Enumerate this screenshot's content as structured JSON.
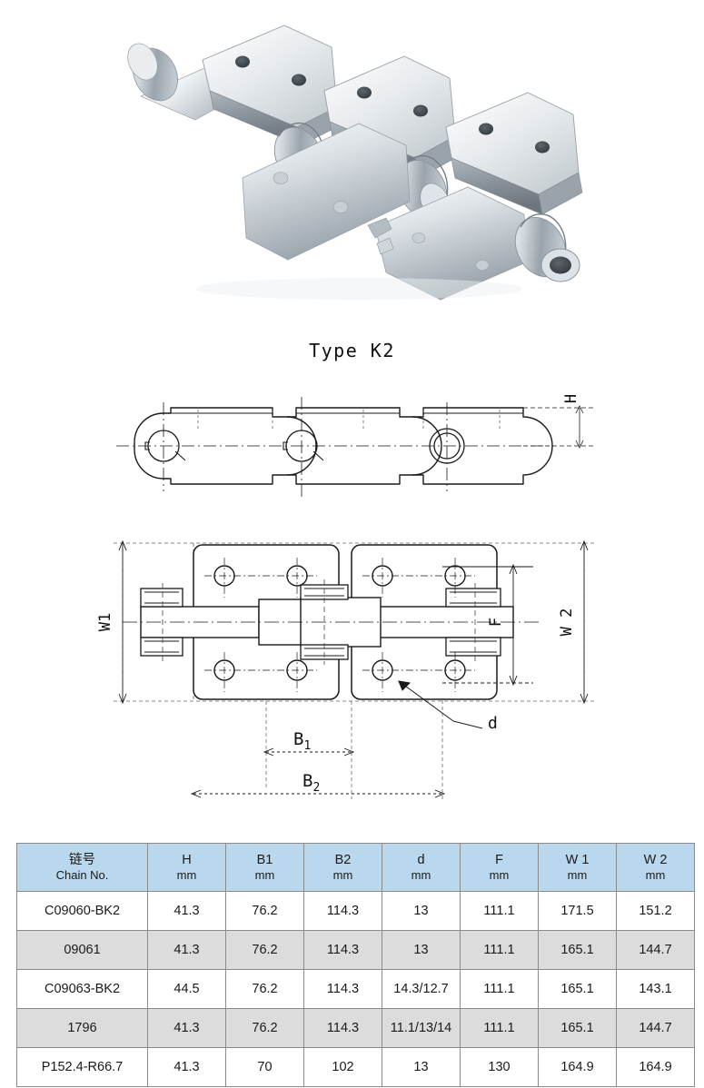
{
  "product_photo": {
    "alt_name": "conveyor-chain-with-k2-attachments",
    "description": "Stainless steel double pitch conveyor chain with K2 bent attachment plates"
  },
  "type_label": "Type K2",
  "drawings": {
    "side_view": {
      "name": "side-elevation-drawing",
      "dimension_labels": [
        "H"
      ]
    },
    "top_view": {
      "name": "plan-view-drawing",
      "dimension_labels": [
        "W1",
        "W2",
        "F",
        "B1",
        "B2",
        "d"
      ]
    },
    "labels": {
      "H": "H",
      "W1": "W1",
      "W2": "W 2",
      "F": "F",
      "B1_base": "B",
      "B1_sub": "1",
      "B2_base": "B",
      "B2_sub": "2",
      "d": "d"
    }
  },
  "spec_table": {
    "header_bg": "#b9d8ee",
    "alt_row_bg": "#dcdcdc",
    "border_color": "#8b8b8b",
    "columns": [
      {
        "line1": "链号",
        "line2": "Chain No."
      },
      {
        "line1": "H",
        "line2": "mm"
      },
      {
        "line1": "B1",
        "line2": "mm"
      },
      {
        "line1": "B2",
        "line2": "mm"
      },
      {
        "line1": "d",
        "line2": "mm"
      },
      {
        "line1": "F",
        "line2": "mm"
      },
      {
        "line1": "W 1",
        "line2": "mm"
      },
      {
        "line1": "W 2",
        "line2": "mm"
      }
    ],
    "rows": [
      {
        "chain_no": "C09060-BK2",
        "H": "41.3",
        "B1": "76.2",
        "B2": "114.3",
        "d": "13",
        "F": "111.1",
        "W1": "171.5",
        "W2": "151.2"
      },
      {
        "chain_no": "09061",
        "H": "41.3",
        "B1": "76.2",
        "B2": "114.3",
        "d": "13",
        "F": "111.1",
        "W1": "165.1",
        "W2": "144.7"
      },
      {
        "chain_no": "C09063-BK2",
        "H": "44.5",
        "B1": "76.2",
        "B2": "114.3",
        "d": "14.3/12.7",
        "F": "111.1",
        "W1": "165.1",
        "W2": "143.1"
      },
      {
        "chain_no": "1796",
        "H": "41.3",
        "B1": "76.2",
        "B2": "114.3",
        "d": "11.1/13/14",
        "F": "111.1",
        "W1": "165.1",
        "W2": "144.7"
      },
      {
        "chain_no": "P152.4-R66.7",
        "H": "41.3",
        "B1": "70",
        "B2": "102",
        "d": "13",
        "F": "130",
        "W1": "164.9",
        "W2": "164.9"
      }
    ]
  }
}
